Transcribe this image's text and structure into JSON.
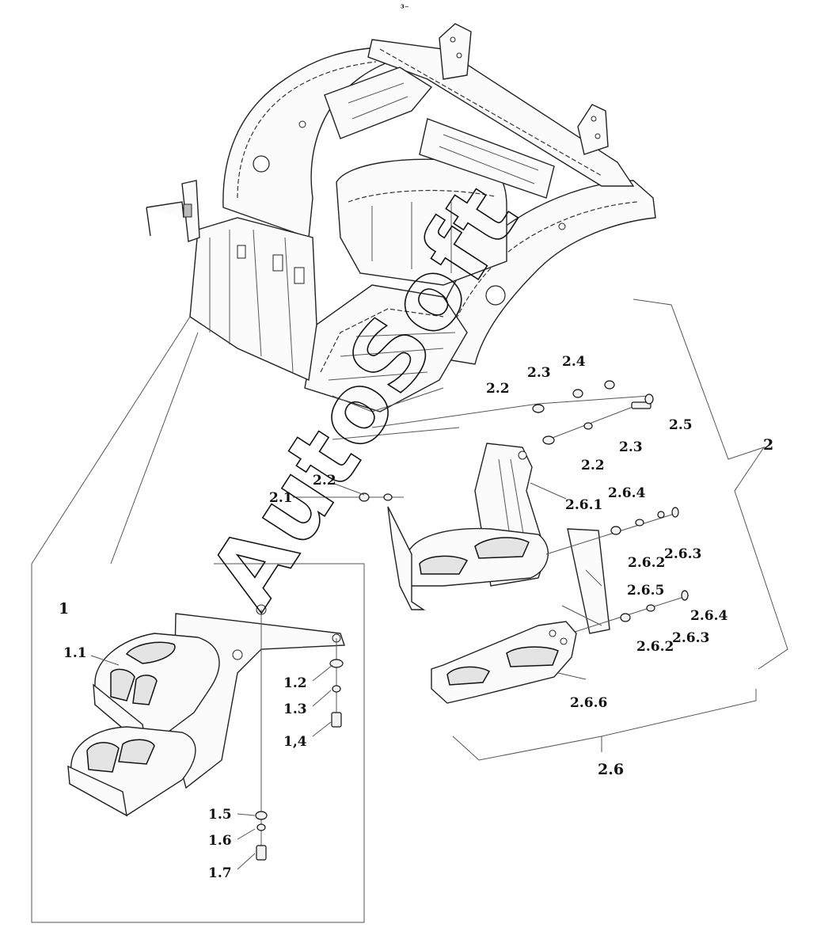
{
  "diagram": {
    "top_mark": "³⁻",
    "watermark": "AutoSoft",
    "callouts": {
      "c1": "1",
      "c1_1": "1.1",
      "c1_2": "1.2",
      "c1_3": "1.3",
      "c1_4": "1,4",
      "c1_5": "1.5",
      "c1_6": "1.6",
      "c1_7": "1.7",
      "c2": "2",
      "c2_1": "2.1",
      "c2_2a": "2.2",
      "c2_2b": "2.2",
      "c2_2c": "2.2",
      "c2_3a": "2.3",
      "c2_3b": "2.3",
      "c2_4": "2.4",
      "c2_5": "2.5",
      "c2_6": "2.6",
      "c2_6_1": "2.6.1",
      "c2_6_2a": "2.6.2",
      "c2_6_2b": "2.6.2",
      "c2_6_3a": "2.6.3",
      "c2_6_3b": "2.6.3",
      "c2_6_4a": "2.6.4",
      "c2_6_4b": "2.6.4",
      "c2_6_5": "2.6.5",
      "c2_6_6": "2.6.6"
    }
  }
}
